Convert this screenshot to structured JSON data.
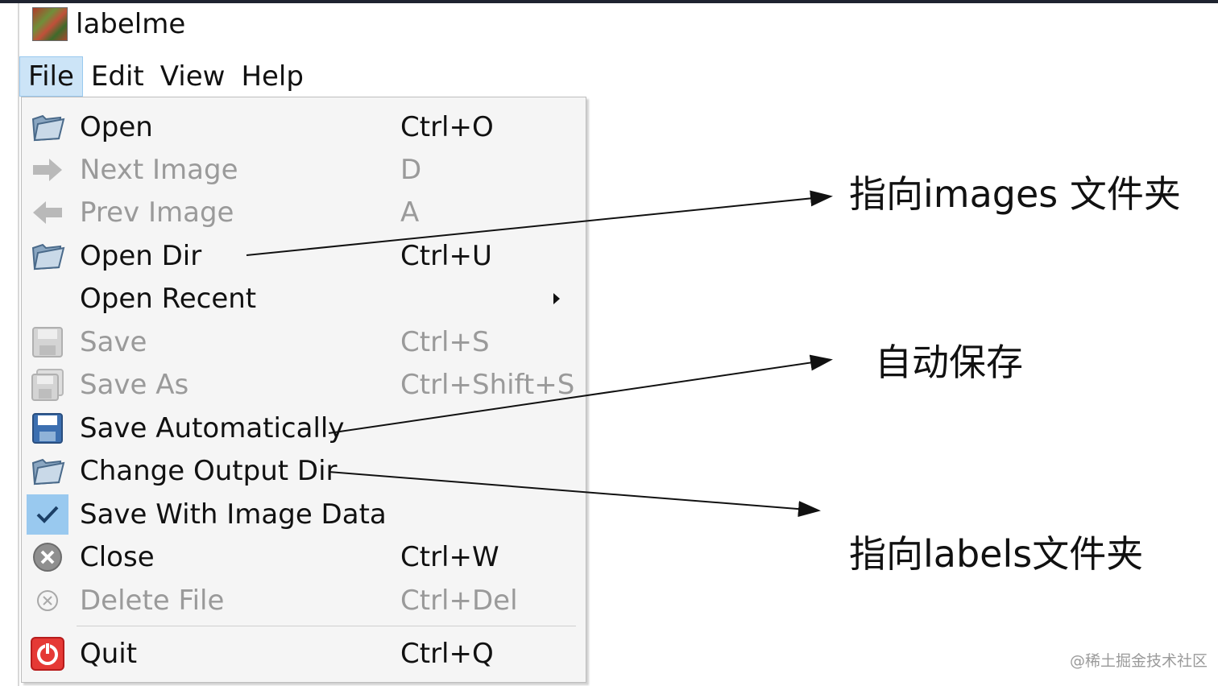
{
  "app": {
    "title": "labelme",
    "icon": "labelme-app-icon"
  },
  "menubar": {
    "items": [
      {
        "label": "File",
        "active": true
      },
      {
        "label": "Edit",
        "active": false
      },
      {
        "label": "View",
        "active": false
      },
      {
        "label": "Help",
        "active": false
      }
    ]
  },
  "file_menu": {
    "items": [
      {
        "label": "Open",
        "shortcut": "Ctrl+O",
        "icon": "folder-open-icon",
        "enabled": true
      },
      {
        "label": "Next Image",
        "shortcut": "D",
        "icon": "arrow-right-icon",
        "enabled": false
      },
      {
        "label": "Prev Image",
        "shortcut": "A",
        "icon": "arrow-left-icon",
        "enabled": false
      },
      {
        "label": "Open Dir",
        "shortcut": "Ctrl+U",
        "icon": "folder-open-icon",
        "enabled": true
      },
      {
        "label": "Open Recent",
        "shortcut": "",
        "icon": "",
        "enabled": true,
        "submenu": true
      },
      {
        "label": "Save",
        "shortcut": "Ctrl+S",
        "icon": "save-icon",
        "enabled": false
      },
      {
        "label": "Save As",
        "shortcut": "Ctrl+Shift+S",
        "icon": "save-as-icon",
        "enabled": false
      },
      {
        "label": "Save Automatically",
        "shortcut": "",
        "icon": "save-icon",
        "enabled": true
      },
      {
        "label": "Change Output Dir",
        "shortcut": "",
        "icon": "folder-open-icon",
        "enabled": true
      },
      {
        "label": "Save With Image Data",
        "shortcut": "",
        "icon": "checkmark-icon",
        "enabled": true,
        "checked": true
      },
      {
        "label": "Close",
        "shortcut": "Ctrl+W",
        "icon": "close-icon",
        "enabled": true
      },
      {
        "label": "Delete File",
        "shortcut": "Ctrl+Del",
        "icon": "delete-icon",
        "enabled": false
      },
      {
        "label": "Quit",
        "shortcut": "Ctrl+Q",
        "icon": "power-icon",
        "enabled": true
      }
    ]
  },
  "annotations": {
    "images_folder": "指向images 文件夹",
    "auto_save": "自动保存",
    "labels_folder": "指向labels文件夹"
  },
  "watermark": "@稀土掘金技术社区",
  "colors": {
    "menu_highlight": "#cce4f7",
    "check_background": "#99c9ef",
    "disabled_text": "#9a9a9a",
    "quit_red": "#e53935"
  }
}
